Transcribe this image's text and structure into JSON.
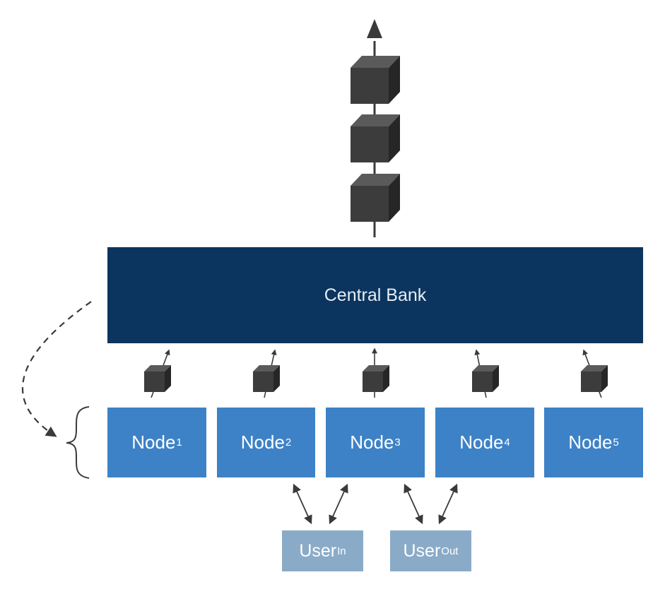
{
  "central_bank": {
    "label": "Central Bank"
  },
  "nodes": [
    {
      "name": "Node",
      "sub": "1"
    },
    {
      "name": "Node",
      "sub": "2"
    },
    {
      "name": "Node",
      "sub": "3"
    },
    {
      "name": "Node",
      "sub": "4"
    },
    {
      "name": "Node",
      "sub": "5"
    }
  ],
  "users": [
    {
      "name": "User",
      "sub": "In"
    },
    {
      "name": "User",
      "sub": "Out"
    }
  ],
  "colors": {
    "central_bank": "#0b355e",
    "node": "#3d82c6",
    "user": "#8aabc8",
    "block": "#3a3a3a",
    "arrow": "#3a3a3a"
  }
}
